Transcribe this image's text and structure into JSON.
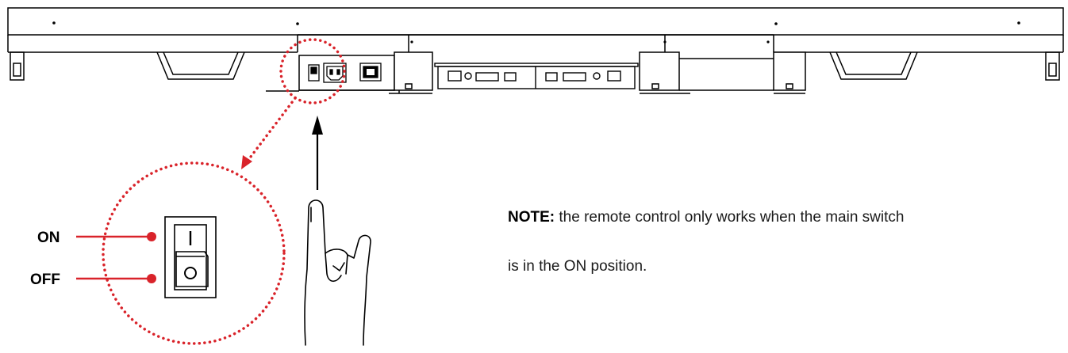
{
  "labels": {
    "on": "ON",
    "off": "OFF",
    "switch_on_mark": "I",
    "switch_off_mark": "O"
  },
  "note": {
    "prefix": "NOTE:",
    "line1": "the remote control only works when the main switch",
    "line2": "is in the ON position."
  },
  "colors": {
    "callout": "#d9232a",
    "line": "#000000"
  },
  "icons": {
    "hand": "pointing-hand-icon",
    "switch": "rocker-switch-icon"
  }
}
